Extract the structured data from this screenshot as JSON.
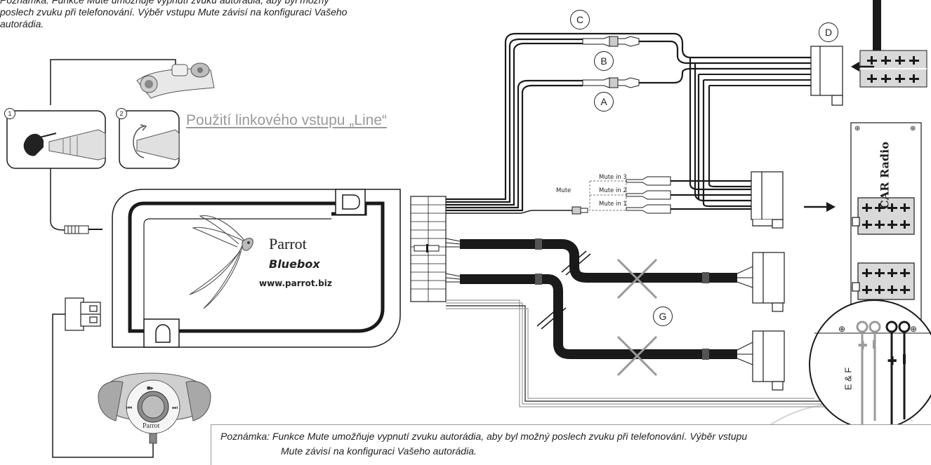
{
  "top_note": {
    "line1": "Poznámka: Funkce Mute umožňuje vypnutí zvuku autorádia, aby byl možný",
    "line2": "poslech zvuku při telefonování. Výběr vstupu Mute závisí na konfiguraci Vašeho",
    "line3": "autorádia."
  },
  "line_input_title": "Použití linkového vstupu „Line“",
  "steps": [
    "1",
    "2"
  ],
  "bluebox": {
    "brand": "Parrot",
    "product": "Bluebox",
    "url": "www.parrot.biz"
  },
  "connectors": {
    "A": "A",
    "B": "B",
    "C": "C",
    "D": "D",
    "G": "G",
    "EF": "E & F"
  },
  "mute": {
    "label": "Mute",
    "inputs": [
      "Mute in 3",
      "Mute in 2",
      "Mute in 1"
    ]
  },
  "radio": {
    "title": "CAR Radio"
  },
  "remote": {
    "brand": "Parrot"
  },
  "bottom_note": {
    "line1": "Poznámka: Funkce Mute umožňuje vypnutí zvuku autorádia, aby byl možný poslech zvuku při telefonování. Výběr vstupu",
    "line2": "Mute závisí na konfiguraci Vašeho autorádia."
  },
  "colors": {
    "wire": "#1a1a1a",
    "cable_gray": "#9a9a9a",
    "connector_fill": "#f2f2f2",
    "iso_fill": "#d9d9d9",
    "cross": "#999999",
    "title_gray": "#9a9a9a"
  }
}
